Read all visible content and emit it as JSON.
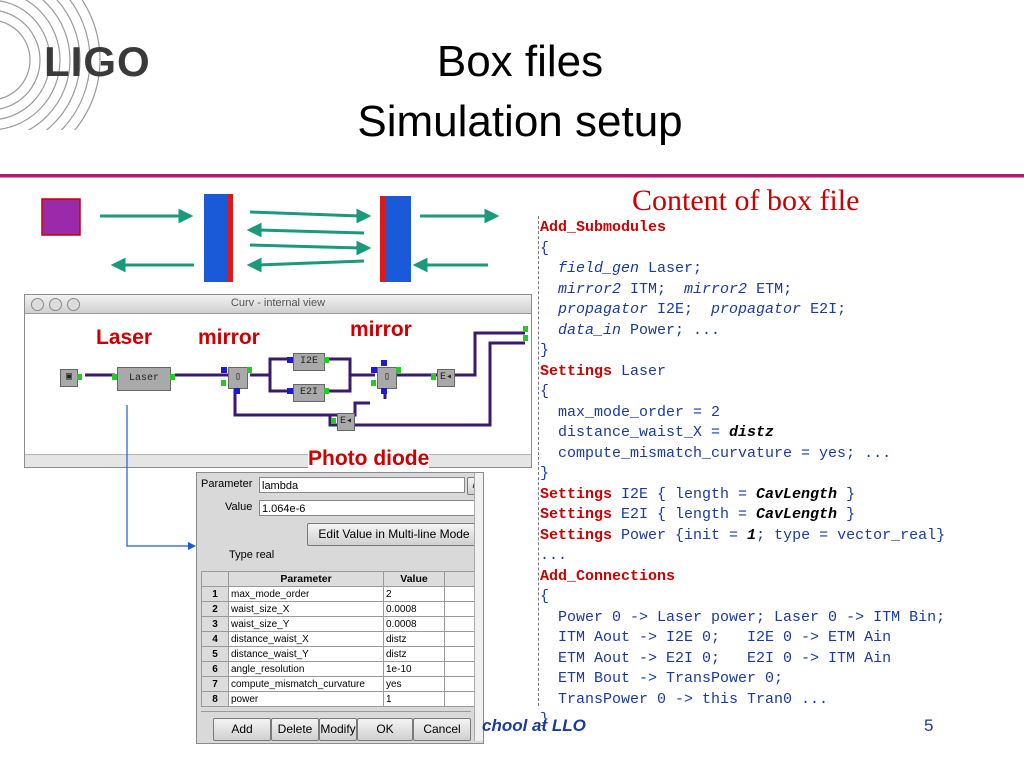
{
  "slide": {
    "logo": "LIGO",
    "title_line1": "Box files",
    "title_line2": "Simulation setup",
    "content_title": "Content of box file",
    "page_number": "5",
    "footer_partial": "chool at LLO"
  },
  "diagram_labels": {
    "laser": "Laser",
    "mirror1": "mirror",
    "mirror2": "mirror",
    "photo_diode": "Photo diode"
  },
  "window": {
    "title": "Curv - internal view",
    "blocks": {
      "laser": "Laser",
      "i2e": "I2E",
      "e2i": "E2I"
    }
  },
  "dialog": {
    "parameter_label": "Parameter",
    "parameter_value": "lambda",
    "value_label": "Value",
    "value_value": "1.064e-6",
    "edit_button": "Edit Value in Multi-line Mode",
    "type_text": "Type real",
    "columns": [
      "Parameter",
      "Value"
    ],
    "rows": [
      {
        "n": "1",
        "param": "max_mode_order",
        "value": "2"
      },
      {
        "n": "2",
        "param": "waist_size_X",
        "value": "0.0008"
      },
      {
        "n": "3",
        "param": "waist_size_Y",
        "value": "0.0008"
      },
      {
        "n": "4",
        "param": "distance_waist_X",
        "value": "distz"
      },
      {
        "n": "5",
        "param": "distance_waist_Y",
        "value": "distz"
      },
      {
        "n": "6",
        "param": "angle_resolution",
        "value": "1e-10"
      },
      {
        "n": "7",
        "param": "compute_mismatch_curvature",
        "value": "yes"
      },
      {
        "n": "8",
        "param": "power",
        "value": "1"
      }
    ],
    "buttons": {
      "add": "Add",
      "delete": "Delete",
      "modify": "Modify",
      "ok": "OK",
      "cancel": "Cancel"
    }
  },
  "code": {
    "l1": "Add_Submodules",
    "l2": "{",
    "l3a": "field_gen",
    "l3b": " Laser;",
    "l4a": "mirror2",
    "l4b": " ITM;  ",
    "l4c": "mirror2",
    "l4d": " ETM;",
    "l5a": "propagator",
    "l5b": " I2E;  ",
    "l5c": "propagator",
    "l5d": " E2I;",
    "l6a": "data_in",
    "l6b": " Power; ...",
    "l7": "}",
    "l8a": "Settings",
    "l8b": " Laser",
    "l9": "{",
    "l10": "max_mode_order = 2",
    "l11a": "distance_waist_X = ",
    "l11b": "distz",
    "l12": "compute_mismatch_curvature = yes; ...",
    "l13": "}",
    "l14a": "Settings",
    "l14b": " I2E { length = ",
    "l14c": "CavLength",
    "l14d": " }",
    "l15a": "Settings",
    "l15b": " E2I { length = ",
    "l15c": "CavLength",
    "l15d": " }",
    "l16a": "Settings",
    "l16b": " Power {init = ",
    "l16c": "1",
    "l16d": "; type = vector_real}",
    "l17": "...",
    "l18": "Add_Connections",
    "l19": "{",
    "l20": "Power 0 -> Laser power; Laser 0 -> ITM Bin;",
    "l21": "ITM Aout -> I2E 0;   I2E 0 -> ETM Ain",
    "l22": "ETM Aout -> E2I 0;   E2I 0 -> ITM Ain",
    "l23": "ETM Bout -> TransPower 0;",
    "l24": "TransPower 0 -> this Tran0 ...",
    "l25": "}"
  },
  "colors": {
    "accent_rule": "#b0187a",
    "keyword_red": "#cc0000",
    "code_blue": "#1a3aa0",
    "wire": "#3a1a6a",
    "beam_teal": "#1a9a7a",
    "mirror_blue": "#1a5ad8",
    "laser_purple": "#9a2aaa"
  },
  "icons": [
    "ligo-logo-arcs",
    "laser-block-icon",
    "mirror-block-icon",
    "photo-diode-icon",
    "data-in-icon"
  ]
}
